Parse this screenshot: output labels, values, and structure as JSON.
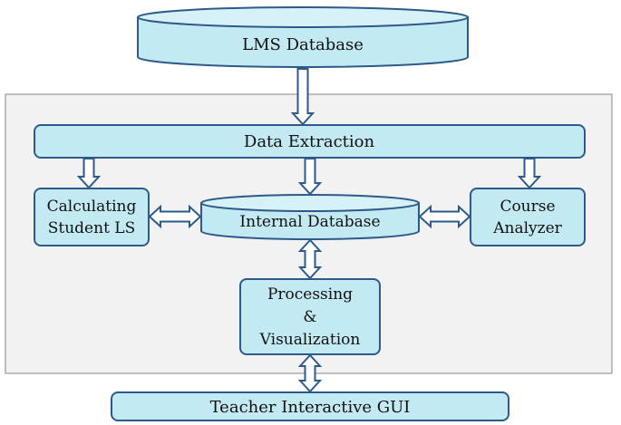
{
  "colors": {
    "fill": "#c3e9f3",
    "fill_light": "#d6f1f8",
    "stroke": "#2e5a8a",
    "frame_fill": "#f2f2f2",
    "frame_stroke": "#9a9a9a",
    "text": "#111111"
  },
  "nodes": {
    "lms_database": {
      "label": "LMS Database",
      "shape": "cylinder"
    },
    "data_extraction": {
      "label": "Data Extraction",
      "shape": "rounded-rect"
    },
    "calculating_ls": {
      "line1": "Calculating",
      "line2": "Student LS",
      "shape": "rounded-rect"
    },
    "internal_database": {
      "label": "Internal Database",
      "shape": "cylinder"
    },
    "course_analyzer": {
      "line1": "Course",
      "line2": "Analyzer",
      "shape": "rounded-rect"
    },
    "processing": {
      "line1": "Processing",
      "line2": "&",
      "line3": "Visualization",
      "shape": "rounded-rect"
    },
    "teacher_gui": {
      "label": "Teacher Interactive GUI",
      "shape": "rounded-rect"
    }
  },
  "edges": [
    {
      "from": "lms_database",
      "to": "data_extraction",
      "direction": "one-way"
    },
    {
      "from": "data_extraction",
      "to": "calculating_ls",
      "direction": "one-way"
    },
    {
      "from": "data_extraction",
      "to": "internal_database",
      "direction": "one-way"
    },
    {
      "from": "data_extraction",
      "to": "course_analyzer",
      "direction": "one-way"
    },
    {
      "from": "calculating_ls",
      "to": "internal_database",
      "direction": "two-way"
    },
    {
      "from": "internal_database",
      "to": "course_analyzer",
      "direction": "two-way"
    },
    {
      "from": "internal_database",
      "to": "processing",
      "direction": "two-way"
    },
    {
      "from": "processing",
      "to": "teacher_gui",
      "direction": "two-way"
    }
  ]
}
